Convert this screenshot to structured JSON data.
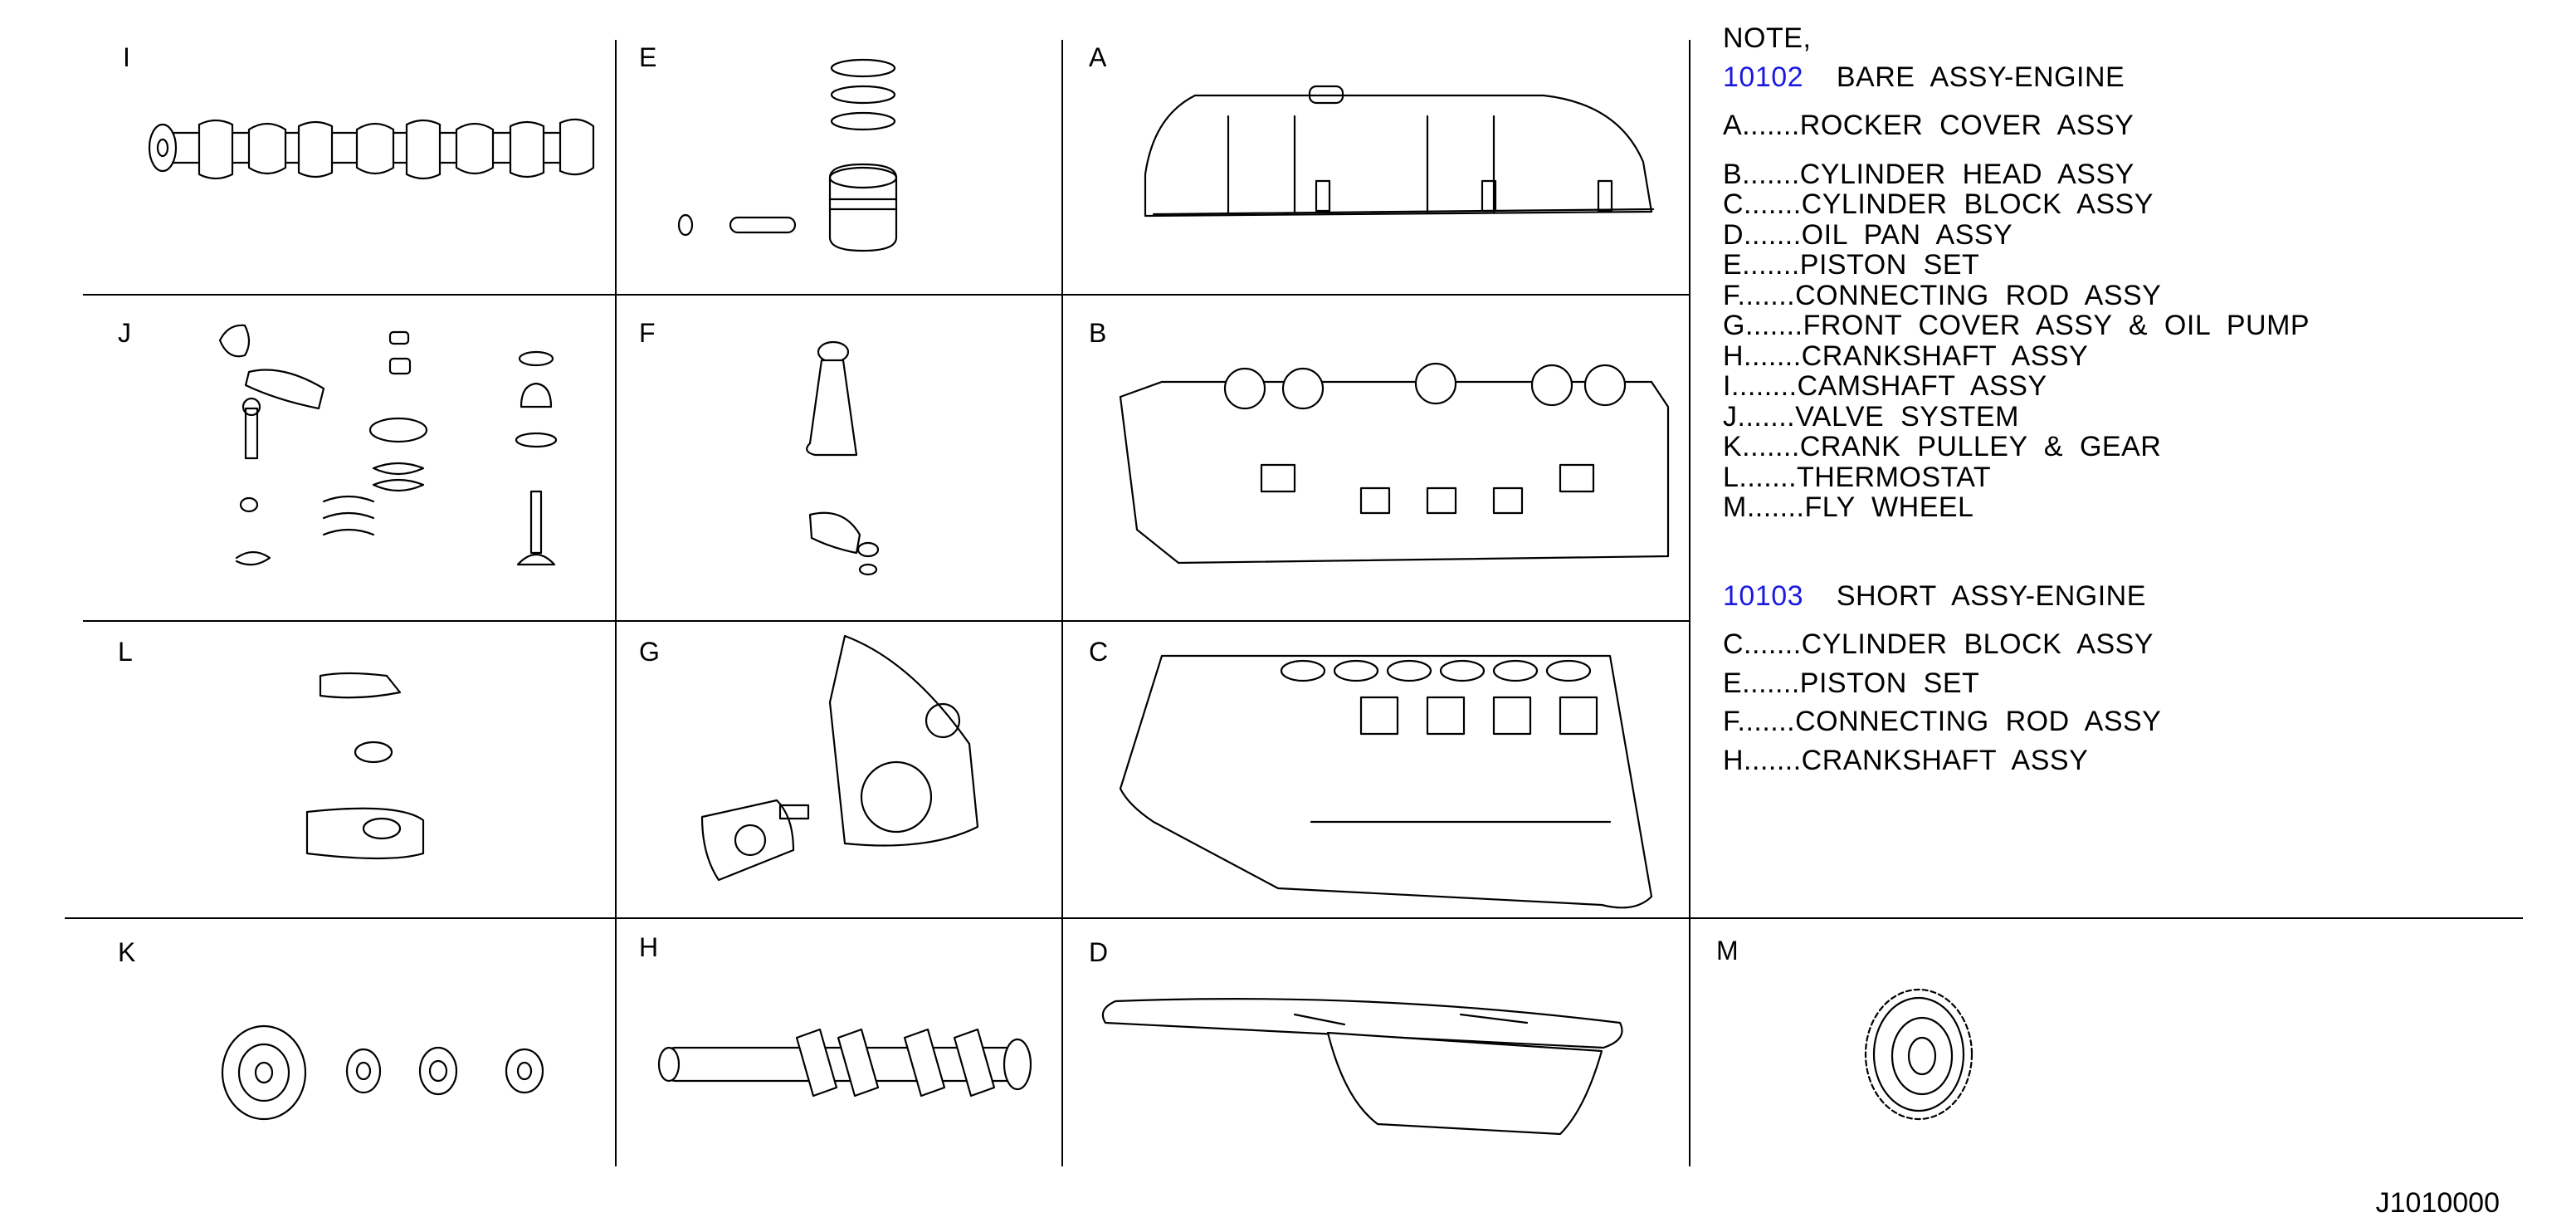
{
  "panels": {
    "I": "I",
    "E": "E",
    "A": "A",
    "J": "J",
    "F": "F",
    "B": "B",
    "L": "L",
    "G": "G",
    "C": "C",
    "K": "K",
    "H": "H",
    "D": "D",
    "M": "M"
  },
  "notes": {
    "header": "NOTE,",
    "group1": {
      "code": "10102",
      "title": "BARE  ASSY-ENGINE",
      "items": [
        "A.......ROCKER  COVER  ASSY",
        "B.......CYLINDER  HEAD  ASSY",
        "C.......CYLINDER  BLOCK  ASSY",
        "D.......OIL  PAN  ASSY",
        "E.......PISTON  SET",
        "F.......CONNECTING  ROD  ASSY",
        "G.......FRONT  COVER  ASSY  &  OIL  PUMP",
        "H.......CRANKSHAFT  ASSY",
        "I........CAMSHAFT  ASSY",
        "J.......VALVE  SYSTEM",
        "K.......CRANK  PULLEY  &  GEAR",
        "L.......THERMOSTAT",
        "M.......FLY  WHEEL"
      ]
    },
    "group2": {
      "code": "10103",
      "title": "SHORT  ASSY-ENGINE",
      "items": [
        "C.......CYLINDER  BLOCK  ASSY",
        "E.......PISTON  SET",
        "F.......CONNECTING  ROD  ASSY",
        "H.......CRANKSHAFT  ASSY"
      ]
    }
  },
  "reference_code": "J1010000",
  "colors": {
    "code_blue": "#1a1ae0",
    "line": "#000000"
  }
}
